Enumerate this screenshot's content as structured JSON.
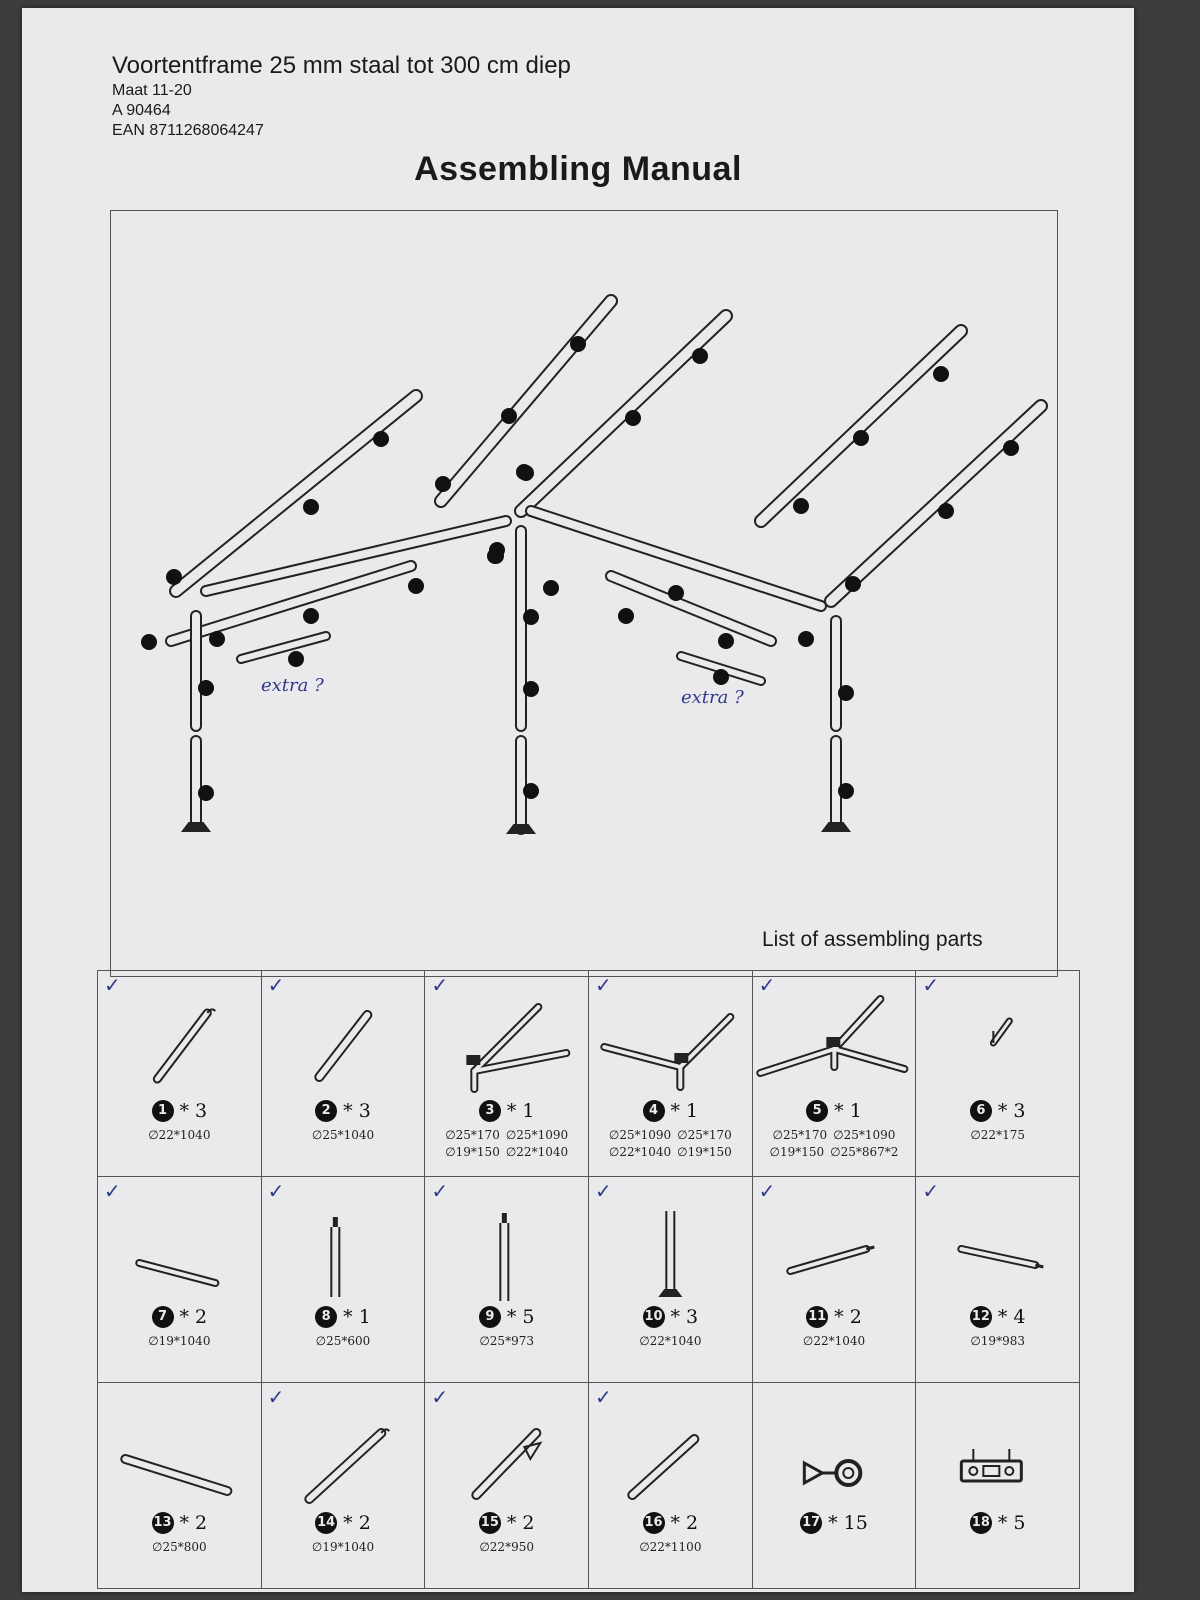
{
  "header": {
    "title": "Voortentframe 25 mm staal tot 300 cm diep",
    "size": "Maat 11-20",
    "article": "A 90464",
    "ean": "EAN 8711268064247"
  },
  "manual_title": "Assembling Manual",
  "diagram": {
    "annotations": [
      "extra ?",
      "extra ?"
    ]
  },
  "parts_title": "List of assembling parts",
  "parts": [
    {
      "number": "1",
      "qty": "* 3",
      "dims": [
        "∅22*1040"
      ],
      "checked": true,
      "check": "✓"
    },
    {
      "number": "2",
      "qty": "* 3",
      "dims": [
        "∅25*1040"
      ],
      "checked": true,
      "check": "✓"
    },
    {
      "number": "3",
      "qty": "* 1",
      "dims": [
        "∅25*170",
        "∅25*1090",
        "∅19*150",
        "∅22*1040"
      ],
      "checked": true,
      "check": "✓"
    },
    {
      "number": "4",
      "qty": "* 1",
      "dims": [
        "∅25*1090",
        "∅25*170",
        "∅22*1040",
        "∅19*150"
      ],
      "checked": true,
      "check": "✓"
    },
    {
      "number": "5",
      "qty": "* 1",
      "dims": [
        "∅25*170",
        "∅25*1090",
        "∅19*150",
        "∅25*867*2"
      ],
      "checked": true,
      "check": "✓"
    },
    {
      "number": "6",
      "qty": "* 3",
      "dims": [
        "∅22*175"
      ],
      "checked": true,
      "check": "✓"
    },
    {
      "number": "7",
      "qty": "* 2",
      "dims": [
        "∅19*1040"
      ],
      "checked": true,
      "check": "✓"
    },
    {
      "number": "8",
      "qty": "* 1",
      "dims": [
        "∅25*600"
      ],
      "checked": true,
      "check": "✓"
    },
    {
      "number": "9",
      "qty": "* 5",
      "dims": [
        "∅25*973"
      ],
      "checked": true,
      "check": "✓"
    },
    {
      "number": "10",
      "qty": "* 3",
      "dims": [
        "∅22*1040"
      ],
      "checked": true,
      "check": "✓"
    },
    {
      "number": "11",
      "qty": "* 2",
      "dims": [
        "∅22*1040"
      ],
      "checked": true,
      "check": "✓"
    },
    {
      "number": "12",
      "qty": "* 4",
      "dims": [
        "∅19*983"
      ],
      "checked": true,
      "check": "✓"
    },
    {
      "number": "13",
      "qty": "* 2",
      "dims": [
        "∅25*800"
      ],
      "checked": false,
      "check": ""
    },
    {
      "number": "14",
      "qty": "* 2",
      "dims": [
        "∅19*1040"
      ],
      "checked": true,
      "check": "✓"
    },
    {
      "number": "15",
      "qty": "* 2",
      "dims": [
        "∅22*950"
      ],
      "checked": true,
      "check": "✓"
    },
    {
      "number": "16",
      "qty": "* 2",
      "dims": [
        "∅22*1100"
      ],
      "checked": true,
      "check": "✓"
    },
    {
      "number": "17",
      "qty": "* 15",
      "dims": [],
      "checked": false,
      "check": ""
    },
    {
      "number": "18",
      "qty": "* 5",
      "dims": [],
      "checked": false,
      "check": ""
    }
  ],
  "colors": {
    "paper": "#eae9ec",
    "ink": "#1a1a1a",
    "pen": "#2f3a8a",
    "background": "#3f3d3c"
  }
}
